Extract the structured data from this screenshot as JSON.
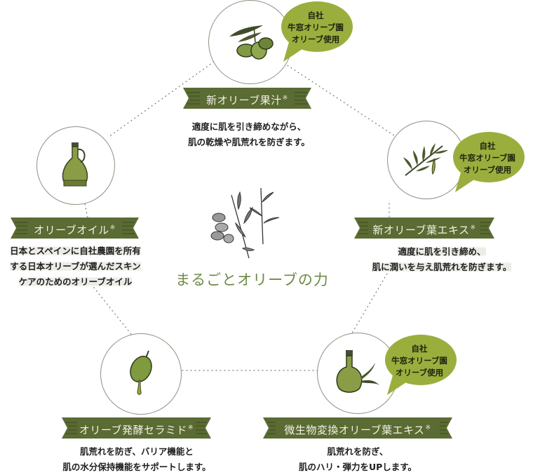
{
  "colors": {
    "banner": "#5a6b33",
    "banner_dark": "#46542a",
    "bubble": "#9aae3d",
    "title": "#6e8a45",
    "circle_border": "#8a9480"
  },
  "center": {
    "title": "まるごとオリーブの力",
    "illustration": "olive-branch-sketch"
  },
  "badge_text": {
    "line1": "自社",
    "line2": "牛窓オリーブ園",
    "line3": "オリーブ使用"
  },
  "items": [
    {
      "id": "new-olive-juice",
      "icon": "olive-fruit-icon",
      "label": "新オリーブ果汁",
      "mark": "※",
      "has_badge": true,
      "desc": [
        "適度に肌を引き締めながら、",
        "肌の乾燥や肌荒れを防ぎます。"
      ]
    },
    {
      "id": "new-olive-leaf-extract",
      "icon": "olive-leaf-drop-icon",
      "label": "新オリーブ葉エキス",
      "mark": "※",
      "has_badge": true,
      "desc": [
        "適度に肌を引き締め、",
        "肌に潤いを与え肌荒れを防ぎます。"
      ]
    },
    {
      "id": "olive-oil",
      "icon": "oil-jug-icon",
      "label": "オリーブオイル",
      "mark": "※",
      "has_badge": false,
      "desc": [
        "日本とスペインに自社農園を所有",
        "する日本オリーブが選んだスキン",
        "ケアのためのオリーブオイル"
      ]
    },
    {
      "id": "olive-fermented-ceramide",
      "icon": "olive-drop-icon",
      "label": "オリーブ発酵セラミド",
      "mark": "※",
      "has_badge": false,
      "desc": [
        "肌荒れを防ぎ、バリア機能と",
        "肌の水分保持機能をサポートします。"
      ]
    },
    {
      "id": "microbe-converted-olive-leaf-extract",
      "icon": "flask-leaf-icon",
      "label": "微生物変換オリーブ葉エキス",
      "mark": "※",
      "has_badge": true,
      "desc": [
        "肌荒れを防ぎ、",
        "肌のハリ・弾力をUPします。"
      ]
    }
  ]
}
